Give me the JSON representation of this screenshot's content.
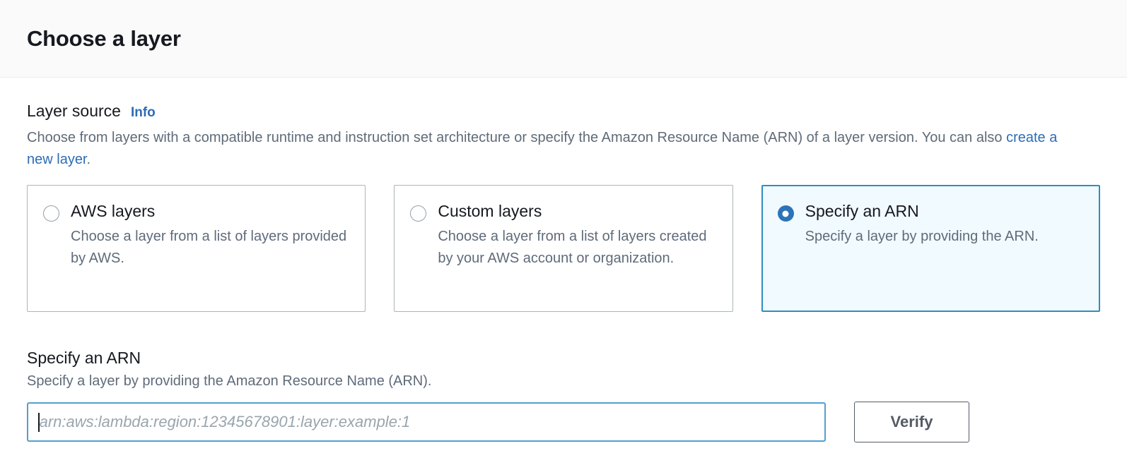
{
  "modal": {
    "title": "Choose a layer"
  },
  "layer_source": {
    "label": "Layer source",
    "info_label": "Info",
    "description_part1": "Choose from layers with a compatible runtime and instruction set architecture or specify the Amazon Resource Name (ARN) of a layer version. You can also ",
    "description_link": "create a new layer",
    "description_part2": ".",
    "options": [
      {
        "title": "AWS layers",
        "description": "Choose a layer from a list of layers provided by AWS.",
        "selected": false
      },
      {
        "title": "Custom layers",
        "description": "Choose a layer from a list of layers created by your AWS account or organization.",
        "selected": false
      },
      {
        "title": "Specify an ARN",
        "description": "Specify a layer by providing the ARN.",
        "selected": true
      }
    ]
  },
  "arn_section": {
    "title": "Specify an ARN",
    "description": "Specify a layer by providing the Amazon Resource Name (ARN).",
    "input_value": "",
    "input_placeholder": "arn:aws:lambda:region:12345678901:layer:example:1",
    "verify_label": "Verify"
  },
  "colors": {
    "accent_blue": "#2d6cb6",
    "selected_tile_border": "#2f8ec0",
    "selected_tile_bg": "#f1faff",
    "radio_checked": "#2d73b8",
    "input_focus_border": "#539fce",
    "text_primary": "#16191f",
    "text_secondary": "#5f6b7a",
    "button_border": "#545b64"
  }
}
